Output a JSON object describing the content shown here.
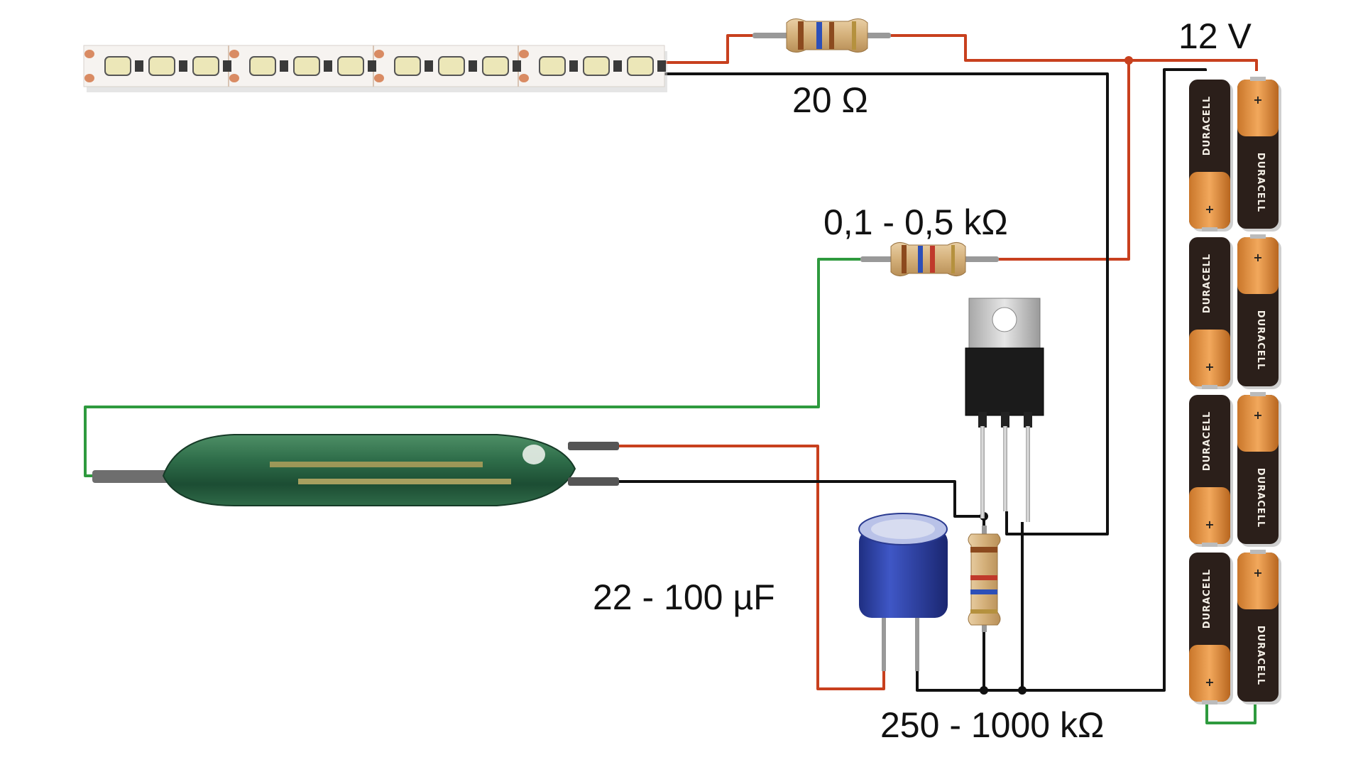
{
  "labels": {
    "voltage": "12 V",
    "led_resistor": "20 Ω",
    "base_resistor": "0,1 - 0,5 kΩ",
    "capacitor": "22 - 100 µF",
    "timing_resistor": "250 - 1000 kΩ"
  },
  "battery": {
    "brand": "DURACELL",
    "plus": "+"
  },
  "colors": {
    "wire_positive": "#c8401e",
    "wire_ground": "#111111",
    "wire_signal": "#2e9a3e"
  }
}
